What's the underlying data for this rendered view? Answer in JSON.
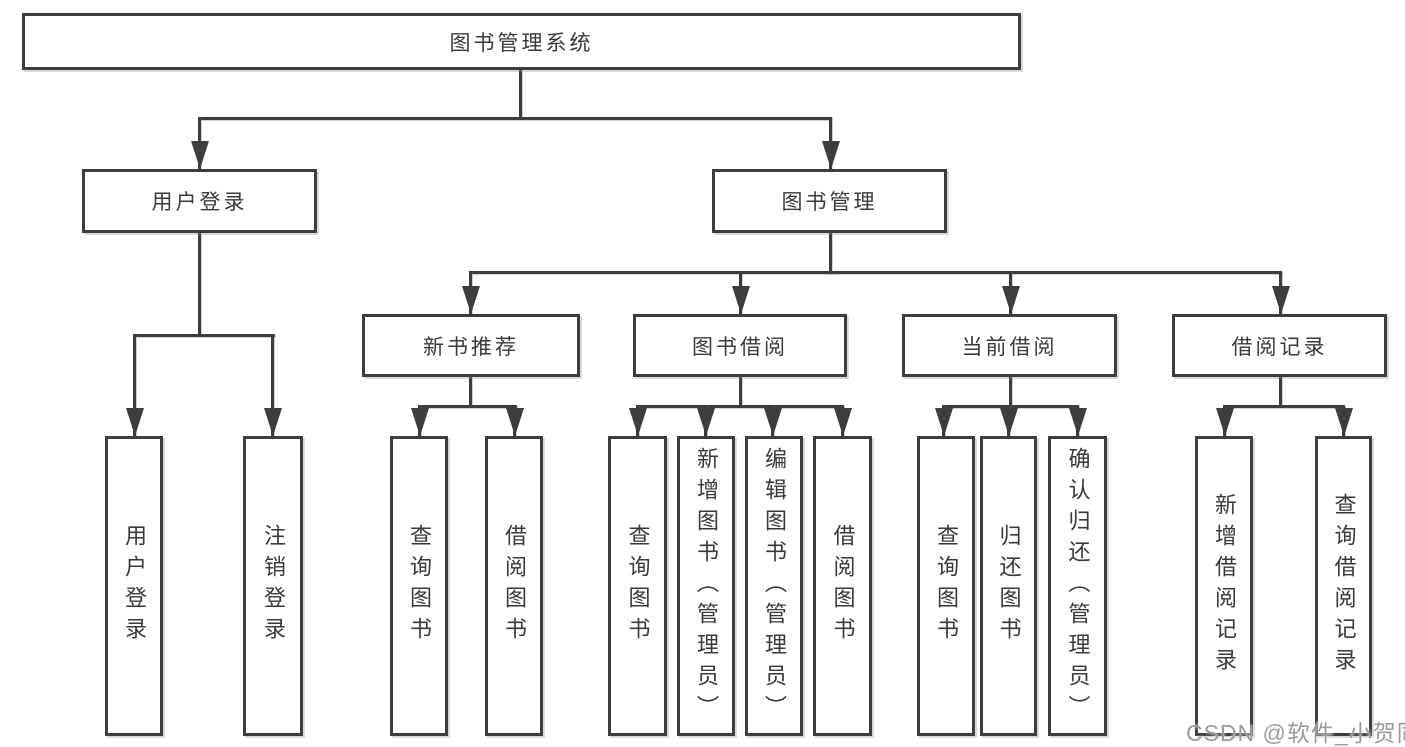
{
  "colors": {
    "line": "#3d3d3d",
    "text": "#3a3a3a",
    "background": "#ffffff",
    "watermark": "#9b9b9b"
  },
  "watermark": {
    "text": "CSDN @软件_小贺同学"
  },
  "tree": {
    "label": "图书管理系统",
    "children": [
      {
        "label": "用户登录",
        "children": [
          {
            "label": "用户登录"
          },
          {
            "label": "注销登录"
          }
        ]
      },
      {
        "label": "图书管理",
        "children": [
          {
            "label": "新书推荐",
            "children": [
              {
                "label": "查询图书"
              },
              {
                "label": "借阅图书"
              }
            ]
          },
          {
            "label": "图书借阅",
            "children": [
              {
                "label": "查询图书"
              },
              {
                "label": "新增图书（管理员）"
              },
              {
                "label": "编辑图书（管理员）"
              },
              {
                "label": "借阅图书"
              }
            ]
          },
          {
            "label": "当前借阅",
            "children": [
              {
                "label": "查询图书"
              },
              {
                "label": "归还图书"
              },
              {
                "label": "确认归还（管理员）"
              }
            ]
          },
          {
            "label": "借阅记录",
            "children": [
              {
                "label": "新增借阅记录"
              },
              {
                "label": "查询借阅记录"
              }
            ]
          }
        ]
      }
    ]
  }
}
